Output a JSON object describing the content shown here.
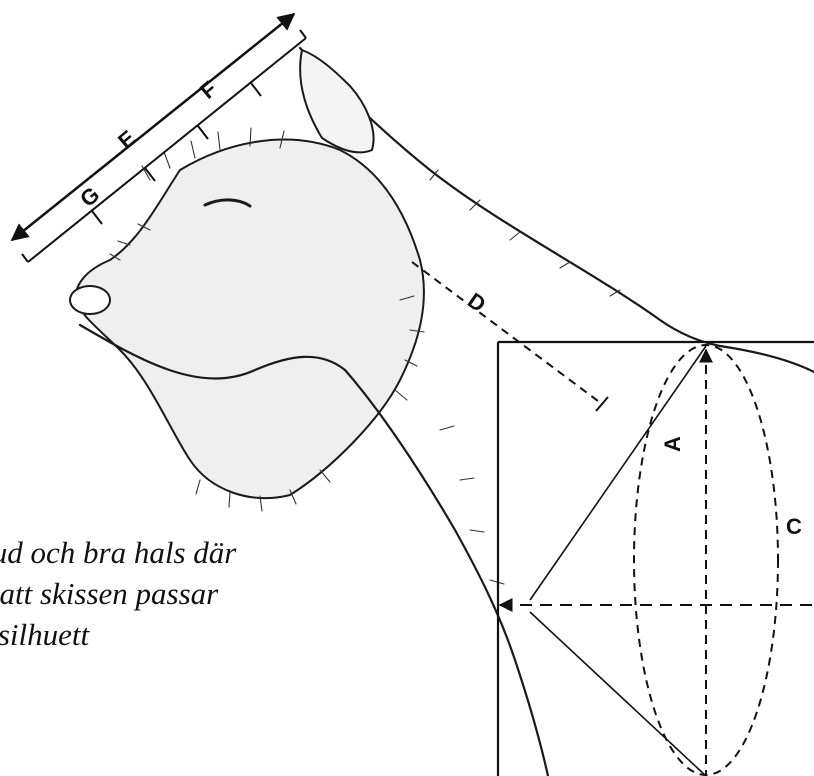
{
  "diagram": {
    "head_measure_labels": [
      "G",
      "E",
      "F"
    ],
    "neck_measure_label": "D",
    "body_measure_labels": [
      "A",
      "C"
    ]
  },
  "caption": {
    "lines": [
      "vud och bra hals där",
      "e att skissen passar",
      "s silhuett"
    ]
  }
}
